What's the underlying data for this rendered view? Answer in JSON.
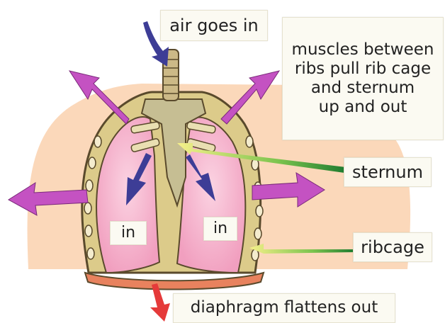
{
  "labels": {
    "air_in": "air goes in",
    "muscles_lines": [
      "muscles between",
      "ribs pull rib cage",
      "and sternum",
      "up and out"
    ],
    "sternum": "sternum",
    "ribcage": "ribcage",
    "diaphragm": "diaphragm flattens out",
    "in_left": "in",
    "in_right": "in"
  },
  "colors": {
    "body_skin": "#fbd7b8",
    "lung_pink": "#f4a9c4",
    "lung_light": "#fad1e0",
    "rib_tan": "#d9c98f",
    "rib_outline": "#6b5a3a",
    "diaphragm": "#e9825f",
    "purple_arrow": "#c454c4",
    "navy_arrow": "#3f3f9a",
    "yellow_arrow": "#f4ec7c",
    "green_arrow": "#2e8b3e",
    "red_arrow": "#e53b3b",
    "trachea": "#c8b585"
  }
}
